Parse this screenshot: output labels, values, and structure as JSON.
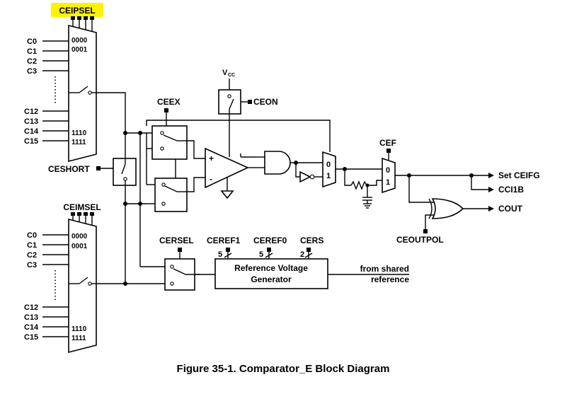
{
  "diagram": {
    "caption": "Figure 35-1. Comparator_E Block Diagram",
    "highlight_color": "#fff200",
    "top_mux": {
      "select_label": "CEIPSEL",
      "inputs": [
        "C0",
        "C1",
        "C2",
        "C3",
        "C12",
        "C13",
        "C14",
        "C15"
      ],
      "codes": [
        "0000",
        "0001",
        "1110",
        "1111"
      ]
    },
    "bottom_mux": {
      "select_label": "CEIMSEL",
      "inputs": [
        "C0",
        "C1",
        "C2",
        "C3",
        "C12",
        "C13",
        "C14",
        "C15"
      ],
      "codes": [
        "0000",
        "0001",
        "1110",
        "1111"
      ]
    },
    "controls": {
      "ceshort": "CESHORT",
      "ceex": "CEEX",
      "vcc": "V",
      "vcc_sub": "CC",
      "ceon": "CEON",
      "cef": "CEF",
      "cersel": "CERSEL",
      "ceref1": "CEREF1",
      "ceref0": "CEREF0",
      "cers": "CERS",
      "ceref1_bits": "5",
      "ceref0_bits": "5",
      "cers_bits": "2",
      "ceoutpol": "CEOUTPOL"
    },
    "comparator": {
      "plus": "+",
      "minus": "-"
    },
    "mux_labels": {
      "zero": "0",
      "one": "1"
    },
    "ref_gen": {
      "line1": "Reference Voltage",
      "line2": "Generator"
    },
    "shared_ref": {
      "line1": "from shared",
      "line2": "reference"
    },
    "outputs": {
      "set_ceifg": "Set CEIFG",
      "cci1b": "CCI1B",
      "cout": "COUT"
    }
  }
}
